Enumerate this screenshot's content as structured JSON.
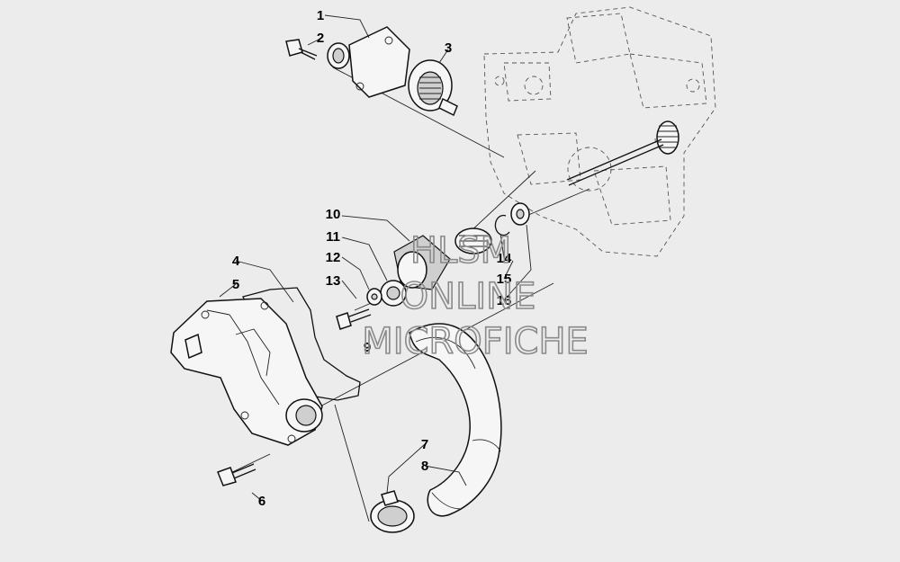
{
  "callouts": [
    {
      "n": "1"
    },
    {
      "n": "2"
    },
    {
      "n": "3"
    },
    {
      "n": "4"
    },
    {
      "n": "5"
    },
    {
      "n": "6"
    },
    {
      "n": "7"
    },
    {
      "n": "8"
    },
    {
      "n": "9"
    },
    {
      "n": "10"
    },
    {
      "n": "11"
    },
    {
      "n": "12"
    },
    {
      "n": "13"
    },
    {
      "n": "14"
    },
    {
      "n": "15"
    },
    {
      "n": "16"
    }
  ],
  "watermark": {
    "line1": "HLSM",
    "line2": "ONLINE",
    "line3": "MICROFICHE"
  }
}
